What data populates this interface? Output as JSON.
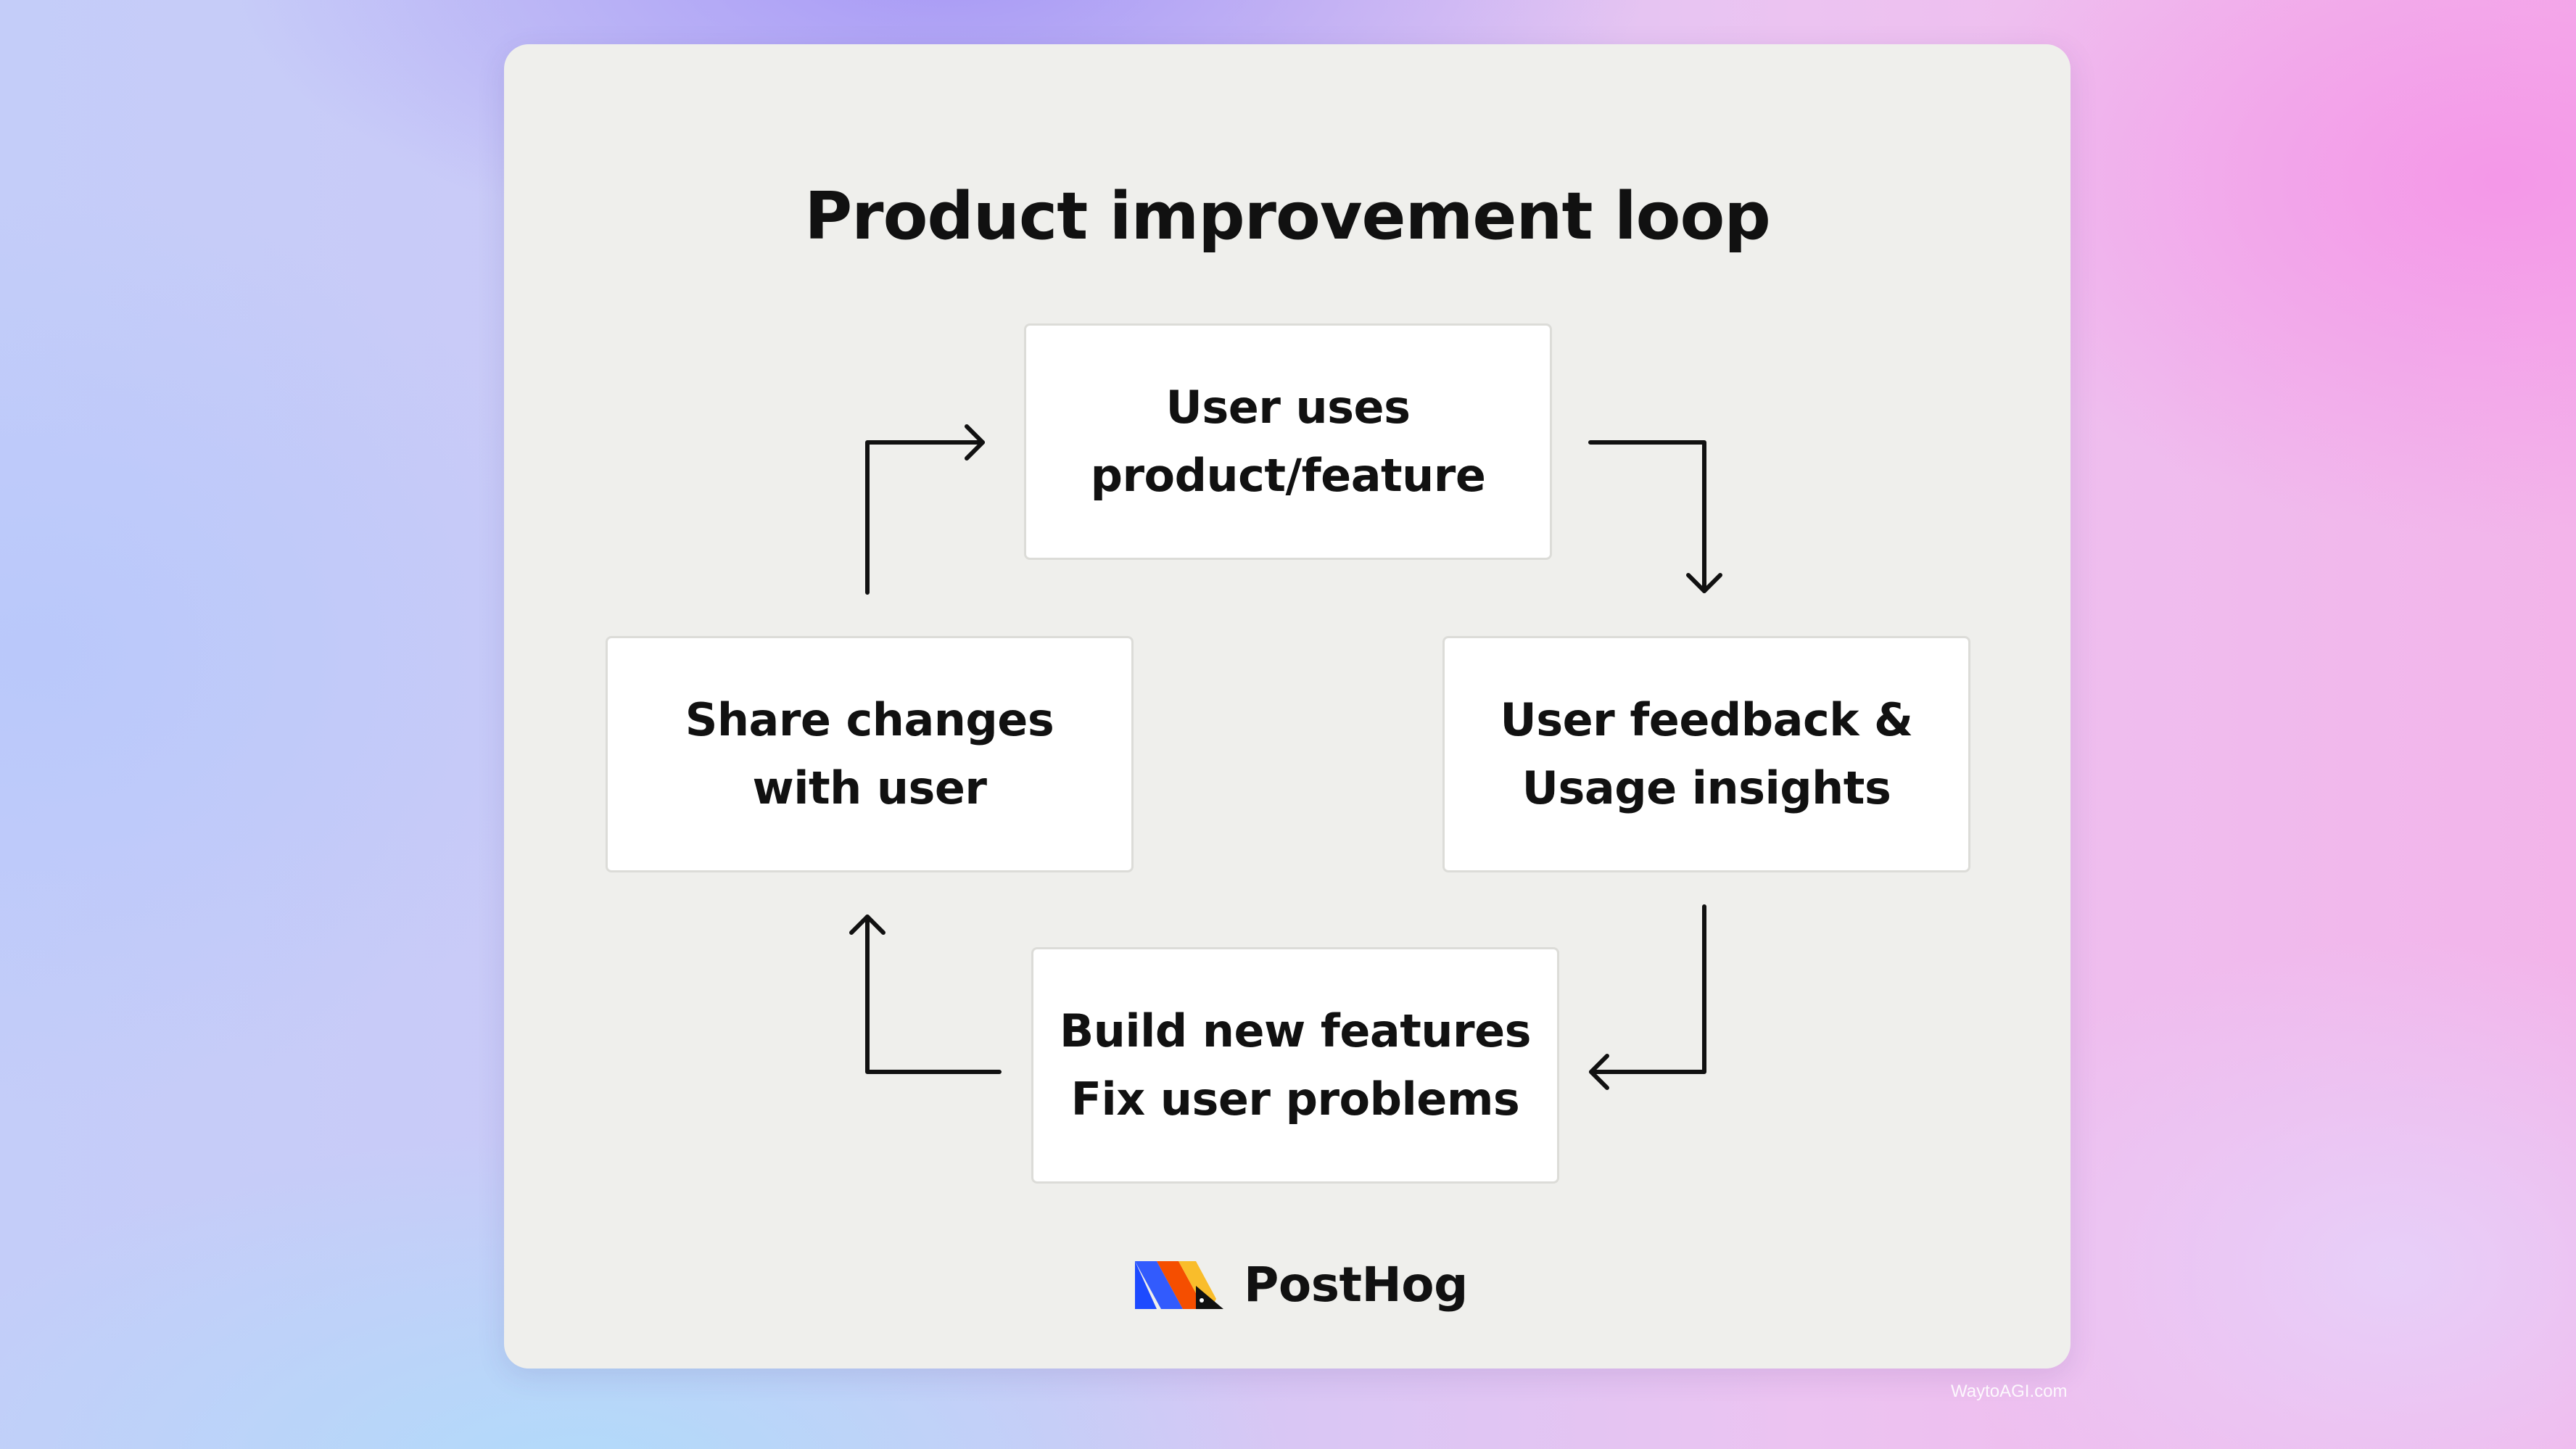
{
  "title": "Product improvement loop",
  "nodes": {
    "top": {
      "lines": [
        "User uses",
        "product/feature"
      ]
    },
    "right": {
      "lines": [
        "User feedback &",
        "Usage insights"
      ]
    },
    "bottom": {
      "lines": [
        "Build new features",
        "Fix user problems"
      ]
    },
    "left": {
      "lines": [
        "Share changes",
        "with user"
      ]
    }
  },
  "brand": {
    "name": "PostHog",
    "logo_icon": "posthog-hedgehog-logo",
    "logo_colors": [
      "#1d4aff",
      "#f54e00",
      "#f9bd2b",
      "#111111"
    ]
  },
  "watermark": "WaytoAGI.com",
  "colors": {
    "card": "#efefec",
    "box": "#ffffff",
    "text": "#111111",
    "arrow": "#111111"
  }
}
